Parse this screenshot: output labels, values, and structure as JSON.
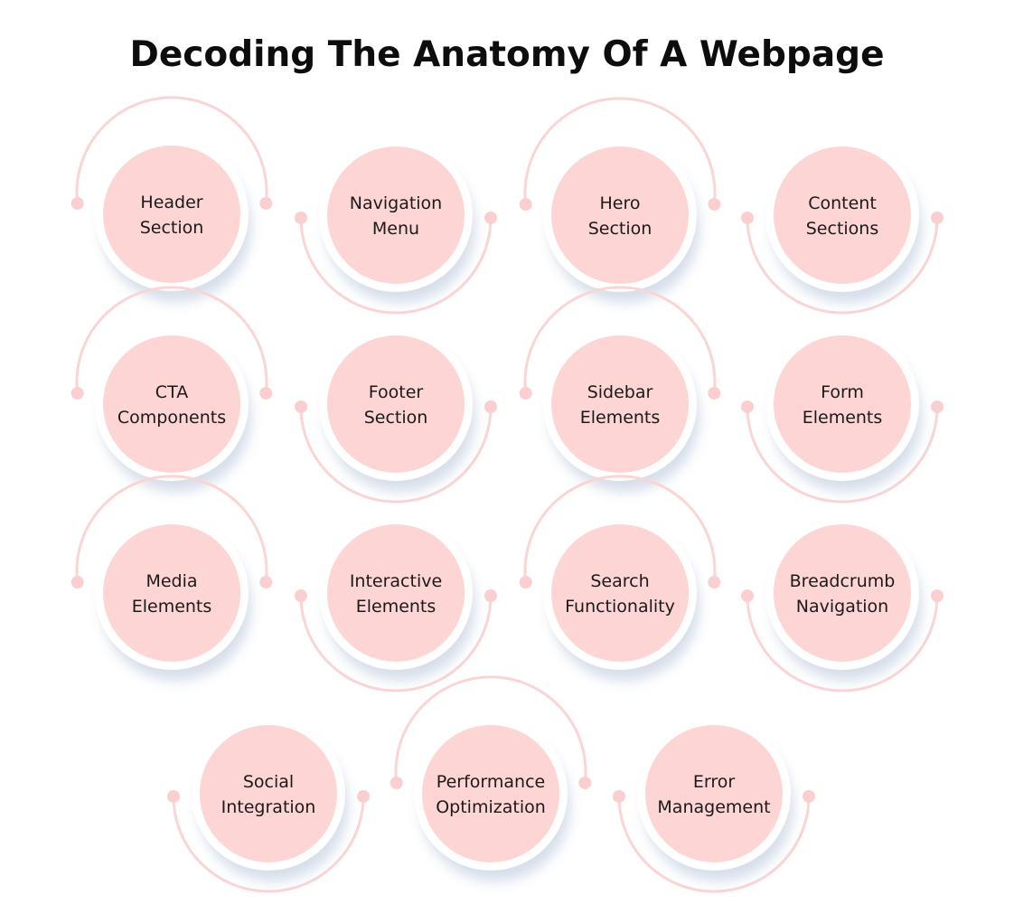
{
  "title": "Decoding The Anatomy Of A Webpage",
  "colors": {
    "circle_fill": "#fdd5d5",
    "ring": "#ffffff",
    "arc": "#fbd4d4",
    "dot": "#fbcfcf",
    "shadow": "#c8d3e3"
  },
  "nodes": [
    {
      "lines": [
        "Header",
        "Section"
      ],
      "arc": "top"
    },
    {
      "lines": [
        "Navigation",
        "Menu"
      ],
      "arc": "bottom"
    },
    {
      "lines": [
        "Hero",
        "Section"
      ],
      "arc": "top"
    },
    {
      "lines": [
        "Content",
        "Sections"
      ],
      "arc": "bottom"
    },
    {
      "lines": [
        "CTA",
        "Components"
      ],
      "arc": "top"
    },
    {
      "lines": [
        "Footer",
        "Section"
      ],
      "arc": "bottom"
    },
    {
      "lines": [
        "Sidebar",
        "Elements"
      ],
      "arc": "top"
    },
    {
      "lines": [
        "Form",
        "Elements"
      ],
      "arc": "bottom"
    },
    {
      "lines": [
        "Media",
        "Elements"
      ],
      "arc": "top"
    },
    {
      "lines": [
        "Interactive",
        "Elements"
      ],
      "arc": "bottom"
    },
    {
      "lines": [
        "Search",
        "Functionality"
      ],
      "arc": "top"
    },
    {
      "lines": [
        "Breadcrumb",
        "Navigation"
      ],
      "arc": "bottom"
    },
    {
      "lines": [
        "Social",
        "Integration"
      ],
      "arc": "bottom"
    },
    {
      "lines": [
        "Performance",
        "Optimization"
      ],
      "arc": "top"
    },
    {
      "lines": [
        "Error",
        "Management"
      ],
      "arc": "bottom"
    }
  ]
}
